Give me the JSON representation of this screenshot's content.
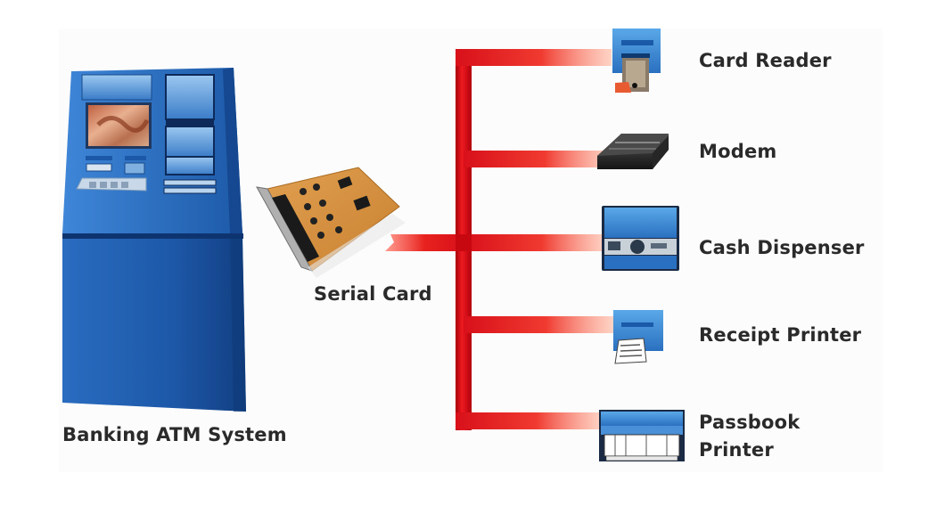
{
  "diagram": {
    "hub": {
      "label": "Banking ATM System"
    },
    "connector": {
      "label": "Serial Card"
    },
    "peripherals": [
      {
        "label": "Card Reader",
        "icon": "card-reader-icon"
      },
      {
        "label": "Modem",
        "icon": "modem-icon"
      },
      {
        "label": "Cash Dispenser",
        "icon": "cash-dispenser-icon"
      },
      {
        "label": "Receipt Printer",
        "icon": "receipt-printer-icon"
      },
      {
        "label_line1": "Passbook",
        "label_line2": "Printer",
        "icon": "passbook-printer-icon"
      }
    ]
  },
  "colors": {
    "bus_red": "#e0101a",
    "atm_blue": "#1f5fb0",
    "text": "#2a2a2a"
  }
}
